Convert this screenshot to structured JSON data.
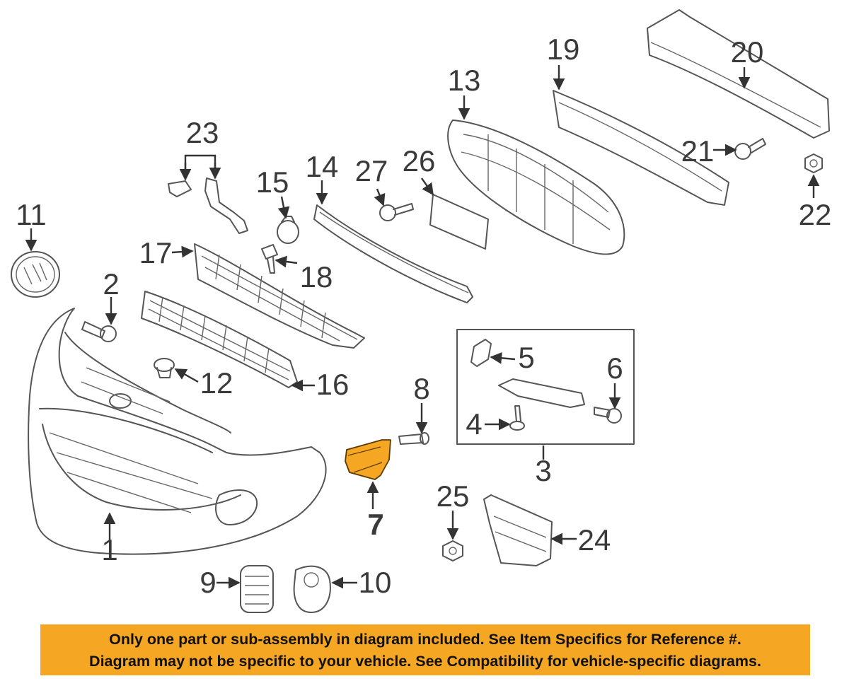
{
  "callouts": {
    "c1": "1",
    "c2": "2",
    "c3": "3",
    "c4": "4",
    "c5": "5",
    "c6": "6",
    "c7": "7",
    "c8": "8",
    "c9": "9",
    "c10": "10",
    "c11": "11",
    "c12": "12",
    "c13": "13",
    "c14": "14",
    "c15": "15",
    "c16": "16",
    "c17": "17",
    "c18": "18",
    "c19": "19",
    "c20": "20",
    "c21": "21",
    "c22": "22",
    "c23": "23",
    "c24": "24",
    "c25": "25",
    "c26": "26",
    "c27": "27"
  },
  "highlight": {
    "part": "7",
    "color": "#f5a623"
  },
  "banner": {
    "line1": "Only one part or sub-assembly in diagram included. See Item Specifics for Reference #.",
    "line2": "Diagram may not be specific to your vehicle. See Compatibility for vehicle-specific diagrams.",
    "color": "#f5a623"
  }
}
